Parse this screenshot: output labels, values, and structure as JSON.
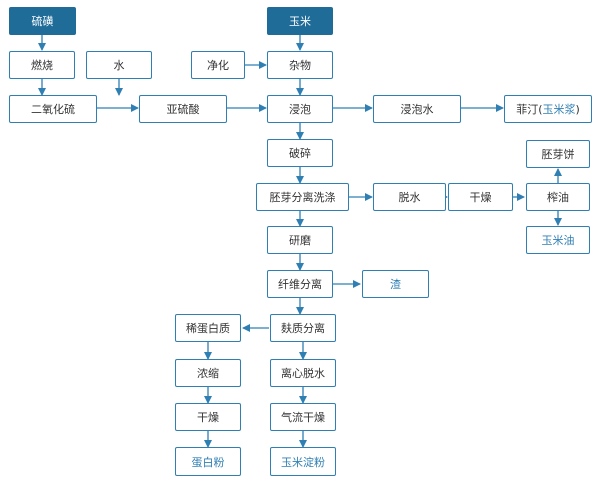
{
  "nodes": {
    "sulfur": "硫磺",
    "corn": "玉米",
    "burning": "燃烧",
    "water": "水",
    "purification": "净化",
    "impurities": "杂物",
    "sulfur_dioxide": "二氧化硫",
    "sulfurous_acid": "亚硫酸",
    "steeping": "浸泡",
    "steep_water": "浸泡水",
    "feiting_prefix": "菲汀(",
    "feiting_product": "玉米浆",
    "feiting_suffix": ")",
    "crushing": "破碎",
    "germ_separation": "胚芽分离洗涤",
    "dehydration": "脱水",
    "drying_germ": "干燥",
    "oil_pressing": "榨油",
    "germ_cake": "胚芽饼",
    "corn_oil": "玉米油",
    "grinding": "研磨",
    "fiber_separation": "纤维分离",
    "residue": "渣",
    "gluten_separation": "麸质分离",
    "protein_dilute": "稀蛋白质",
    "concentration": "浓缩",
    "drying_protein": "干燥",
    "protein_powder": "蛋白粉",
    "centrifugal_dehydration": "离心脱水",
    "airflow_drying": "气流干燥",
    "corn_starch": "玉米淀粉"
  },
  "colors": {
    "accent": "#2f7fb3",
    "header_fill": "#1f6c99",
    "text": "#333333"
  }
}
